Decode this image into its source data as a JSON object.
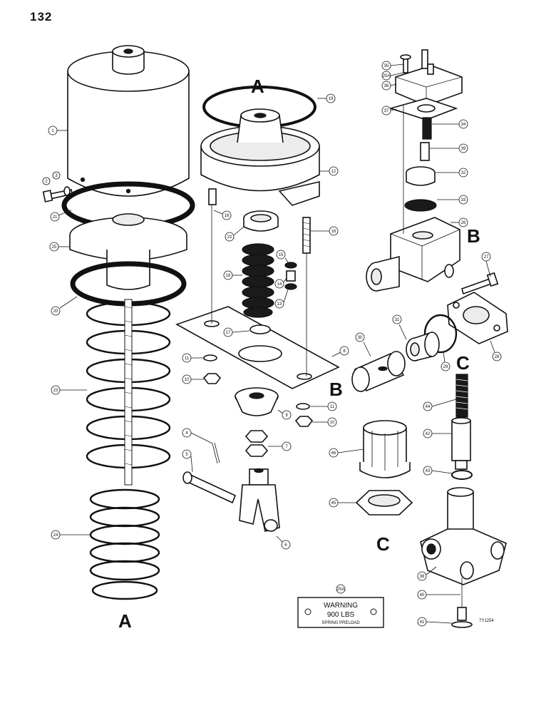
{
  "page_number": "132",
  "section_letters": {
    "a_cap": "A",
    "a_bottom": "A",
    "b_body": "B",
    "b_sleeve": "B",
    "c_nut": "C",
    "c_spring": "C"
  },
  "callouts": {
    "c1": "1",
    "c2": "2",
    "c3": "3",
    "c4": "4",
    "c5": "5",
    "c6": "6",
    "c7": "7",
    "c8": "8",
    "c9": "9",
    "c10a": "10",
    "c10b": "10",
    "c11a": "11",
    "c11b": "11",
    "c12": "12",
    "c13": "13",
    "c14": "14",
    "c15": "15",
    "c16a": "16",
    "c16b": "16",
    "c17": "17",
    "c18": "18",
    "c19": "19",
    "c20": "20",
    "c21": "21",
    "c22": "22",
    "c23": "23",
    "c24": "24",
    "c25": "25",
    "c25a": "25A",
    "c25a_warn": "25A",
    "c26": "26",
    "c27": "27",
    "c28": "28",
    "c29": "29",
    "c30": "30",
    "c31": "31",
    "c32": "32",
    "c33": "33",
    "c34": "34",
    "c35": "35",
    "c36": "36",
    "c37": "37",
    "c38": "38",
    "c39": "39",
    "c40": "40",
    "c41": "41",
    "c42": "42",
    "c43": "43",
    "c44": "44",
    "c45": "45",
    "c46": "46"
  },
  "warning_plate": {
    "line1": "WARNING",
    "line2": "900 LBS",
    "line3": "SPRING PRELOAD"
  },
  "drawing_code": "7Y1254"
}
